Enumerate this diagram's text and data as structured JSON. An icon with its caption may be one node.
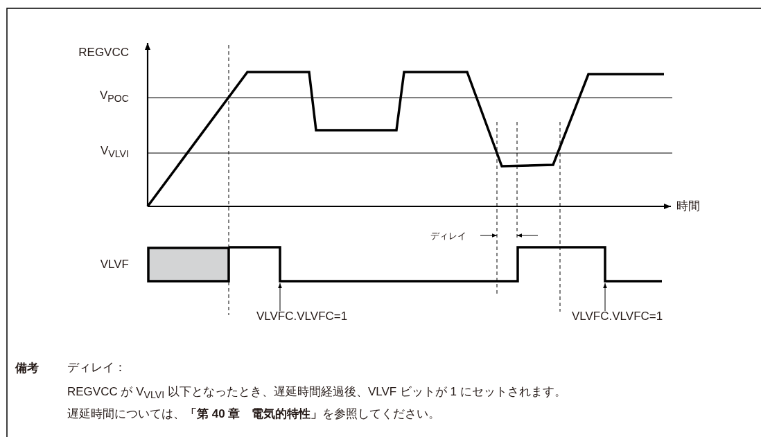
{
  "diagram": {
    "nodes": [
      {
        "text": [
          "VLVFC.VLVFC=1"
        ]
      },
      {
        "text": [
          "VLVFC.VLVFC=1"
        ]
      },
      {
        "text": [],
        "shape": "waveform"
      }
    ],
    "edges": [
      {
        "from": 0,
        "to": 2,
        "arrow": "to"
      },
      {
        "from": 1,
        "to": 2,
        "arrow": "to"
      }
    ],
    "labels": [
      "REGVCC",
      "V$_{POC}$",
      "V$_{VLVI}$",
      "時間",
      "ディレイ",
      "VLVF",
      "備考",
      "ディレイ：",
      "REGVCC が V$_{VLVI}$ 以下となったとき、遅延時間経過後、VLVF ビットが 1 にセットされます。",
      "遅延時間については、**「第 40 章　電気的特性」**を参照してください。"
    ]
  }
}
